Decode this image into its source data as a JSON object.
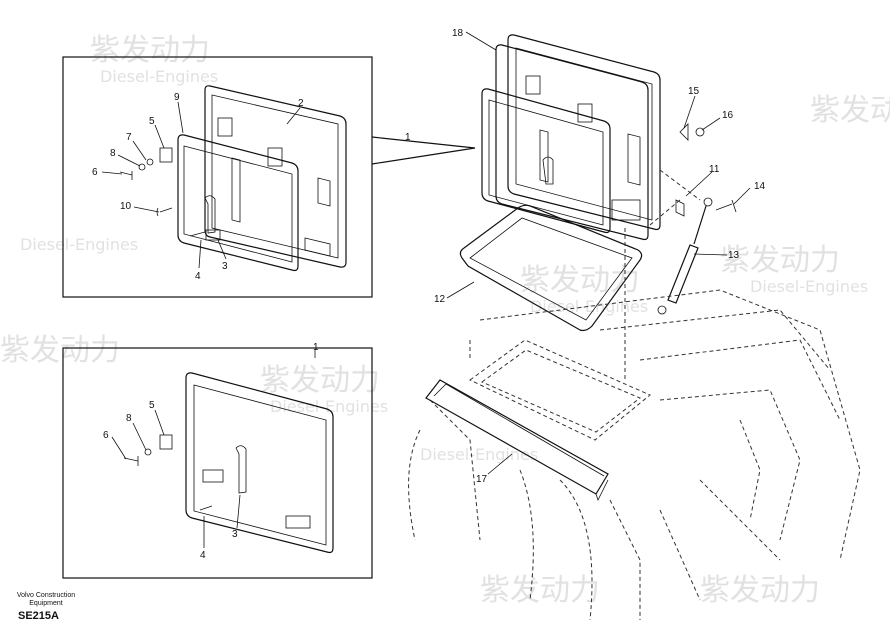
{
  "diagram": {
    "callouts": [
      {
        "id": "18",
        "text": "18"
      },
      {
        "id": "15",
        "text": "15"
      },
      {
        "id": "16",
        "text": "16"
      },
      {
        "id": "11",
        "text": "11"
      },
      {
        "id": "14",
        "text": "14"
      },
      {
        "id": "13",
        "text": "13"
      },
      {
        "id": "12",
        "text": "12"
      },
      {
        "id": "17",
        "text": "17"
      },
      {
        "id": "1a",
        "text": "1"
      },
      {
        "id": "1b",
        "text": "1"
      },
      {
        "id": "9",
        "text": "9"
      },
      {
        "id": "2",
        "text": "2"
      },
      {
        "id": "5a",
        "text": "5"
      },
      {
        "id": "7",
        "text": "7"
      },
      {
        "id": "8a",
        "text": "8"
      },
      {
        "id": "6a",
        "text": "6"
      },
      {
        "id": "10",
        "text": "10"
      },
      {
        "id": "4a",
        "text": "4"
      },
      {
        "id": "3a",
        "text": "3"
      },
      {
        "id": "5b",
        "text": "5"
      },
      {
        "id": "8b",
        "text": "8"
      },
      {
        "id": "6b",
        "text": "6"
      },
      {
        "id": "3b",
        "text": "3"
      },
      {
        "id": "4b",
        "text": "4"
      }
    ],
    "caption_line1": "Volvo Construction",
    "caption_line2": "Equipment",
    "code": "SE215A",
    "watermark_cn": "紫发动力",
    "watermark_en": "Diesel-Engines"
  }
}
